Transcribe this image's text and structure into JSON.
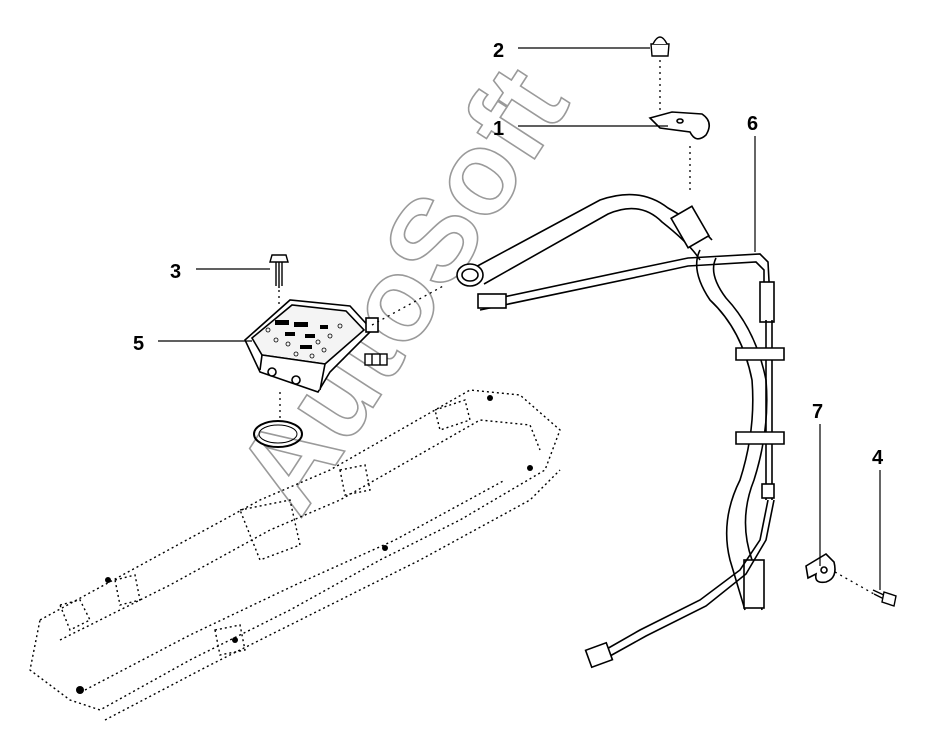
{
  "callouts": [
    "1",
    "2",
    "3",
    "4",
    "5",
    "6",
    "7"
  ],
  "watermark": "AutoSoft",
  "colors": {
    "line": "#000000",
    "watermark": "#9a9a9a",
    "background": "#ffffff"
  }
}
